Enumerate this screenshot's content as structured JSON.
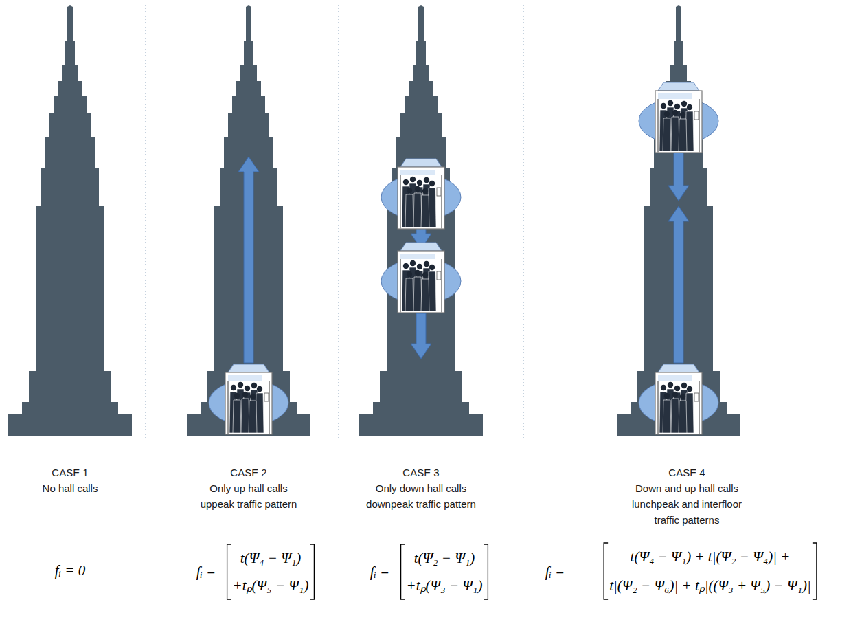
{
  "diagram": {
    "labels": [
      "CASE 1",
      "No hall calls",
      "fᵢ = 0",
      "CASE 2",
      "Only up hall calls",
      "uppeak traffic pattern",
      "fᵢ =",
      "t(Ψ₄ − Ψ₁)",
      "+tₚ(Ψ₅ − Ψ₁)",
      "CASE 3",
      "Only down hall calls",
      "downpeak traffic pattern",
      "fᵢ =",
      "t(Ψ₂ − Ψ₁)",
      "+tₚ(Ψ₃ − Ψ₁)",
      "CASE 4",
      "Down and up hall calls",
      "lunchpeak and interfloor",
      "traffic patterns",
      "fᵢ =",
      "t(Ψ₄ − Ψ₁) + t|(Ψ₂ − Ψ₄)| +",
      "t|(Ψ₂ − Ψ₆)| + tₚ|((Ψ₃ + Ψ₅) − Ψ₁)|"
    ]
  }
}
